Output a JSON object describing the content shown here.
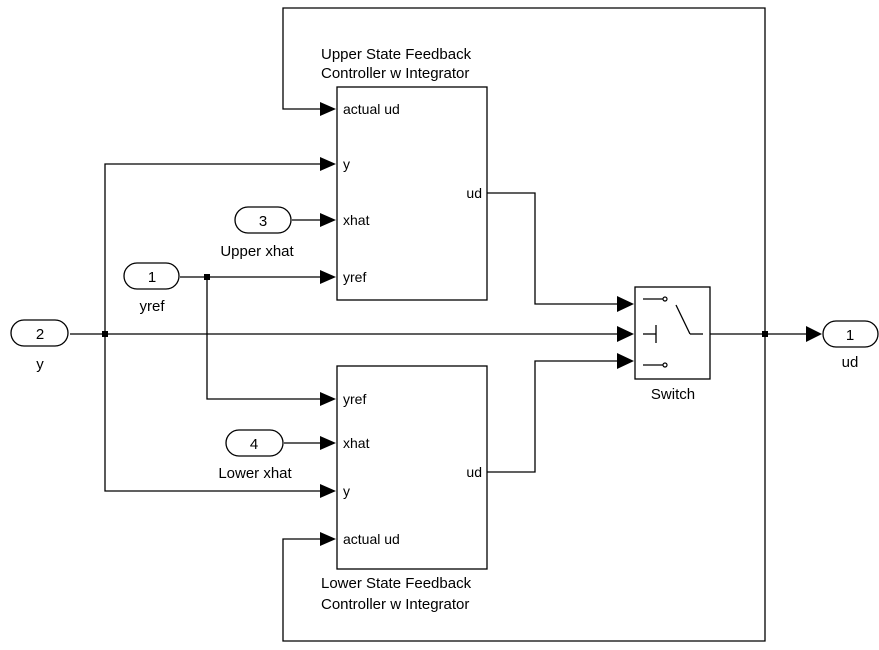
{
  "blocks": {
    "upper_controller": {
      "title_line1": "Upper State Feedback",
      "title_line2": "Controller w Integrator",
      "in_ports": [
        "actual ud",
        "y",
        "xhat",
        "yref"
      ],
      "out_port": "ud"
    },
    "lower_controller": {
      "title_line1": "Lower State Feedback",
      "title_line2": "Controller w Integrator",
      "in_ports": [
        "yref",
        "xhat",
        "y",
        "actual ud"
      ],
      "out_port": "ud"
    },
    "switch": {
      "label": "Switch"
    }
  },
  "inports": {
    "y": {
      "number": "2",
      "label": "y"
    },
    "yref": {
      "number": "1",
      "label": "yref"
    },
    "upper_xhat": {
      "number": "3",
      "label": "Upper xhat"
    },
    "lower_xhat": {
      "number": "4",
      "label": "Lower xhat"
    }
  },
  "outports": {
    "ud": {
      "number": "1",
      "label": "ud"
    }
  }
}
